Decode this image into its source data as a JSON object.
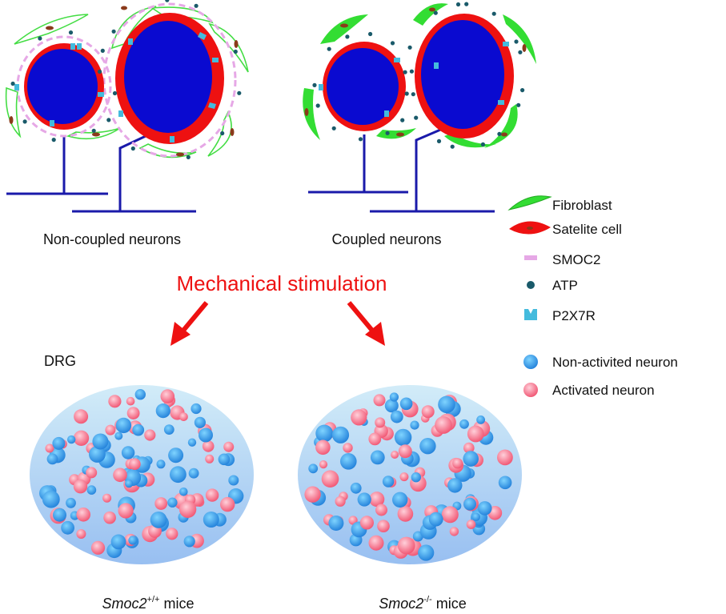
{
  "panels": {
    "non_coupled": "Non-coupled neurons",
    "coupled": "Coupled neurons"
  },
  "stimulus": "Mechanical stimulation",
  "drg_label": "DRG",
  "mice": {
    "wt": {
      "gene": "Smoc2",
      "sup": "+/+",
      "suffix": " mice"
    },
    "ko": {
      "gene": "Smoc2",
      "sup": "-/-",
      "suffix": " mice"
    }
  },
  "legend": {
    "fibroblast": "Fibroblast",
    "satellite": "Satelite cell",
    "smoc2": "SMOC2",
    "atp": "ATP",
    "p2x7r": "P2X7R",
    "non_activated": "Non-activited neuron",
    "activated": "Activated neuron"
  },
  "colors": {
    "neuron": "#0a0ad0",
    "satellite": "#ee1111",
    "fibroblast": "#33dd33",
    "smoc2": "#e6a8e6",
    "atp": "#1a5a6a",
    "p2x7r": "#44bbdd",
    "axon": "#1a1aaa",
    "arrow": "#ee1111",
    "stimulus_text": "#ee1111",
    "drg_fill_top": "#cbe6f5",
    "drg_fill_bottom": "#9cc4f2",
    "non_activated": "#2a8ee0",
    "activated": "#f25a7a"
  }
}
